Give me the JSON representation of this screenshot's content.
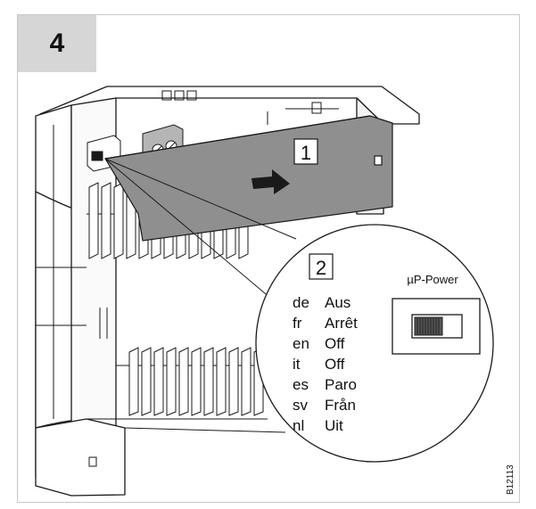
{
  "step_number": "4",
  "callout_1": "1",
  "callout_2": "2",
  "switch_title": "µP-Power",
  "languages": [
    {
      "code": "de",
      "word": "Aus"
    },
    {
      "code": "fr",
      "word": "Arrêt"
    },
    {
      "code": "en",
      "word": "Off"
    },
    {
      "code": "it",
      "word": "Off"
    },
    {
      "code": "es",
      "word": "Paro"
    },
    {
      "code": "sv",
      "word": "Från"
    },
    {
      "code": "nl",
      "word": "Uit"
    }
  ],
  "figure_id": "B12113",
  "colors": {
    "cover": "#8f8f8f",
    "step_box": "#d6d6d6",
    "outline": "#1a1a1a"
  }
}
